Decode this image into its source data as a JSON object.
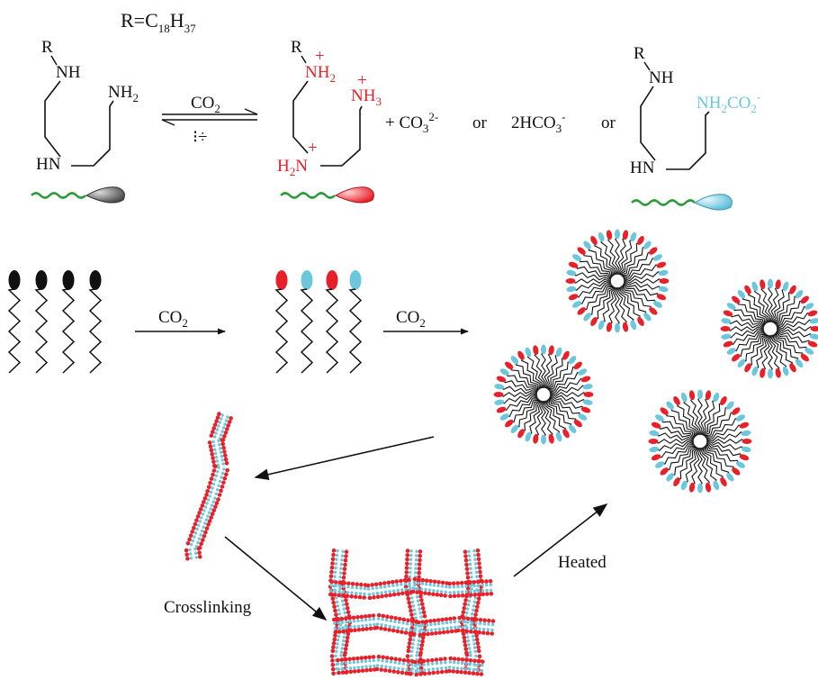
{
  "header": {
    "r_def": "R=C",
    "r_sub1": "18",
    "r_h": "H",
    "r_sub2": "37"
  },
  "molecule_neutral": {
    "r": "R",
    "nh_top": "NH",
    "nh2": "NH",
    "nh2_sub": "2",
    "hn": "HN"
  },
  "equilibrium": {
    "co2": "CO",
    "co2_sub": "2",
    "reverse_symbol": "⁝÷"
  },
  "molecule_protonated": {
    "r": "R",
    "nh2_top": "NH",
    "nh2_top_sub": "2",
    "plus1": "+",
    "nh3": "NH",
    "nh3_sub": "3",
    "plus2": "+",
    "h2n": "H",
    "h2n_sub": "2",
    "h2n_n": "N",
    "plus3": "+"
  },
  "counterions": {
    "co3": "+ CO",
    "co3_sub": "3",
    "co3_sup": "2-",
    "or1": "or",
    "hco3": "2HCO",
    "hco3_sub": "3",
    "hco3_sup": "-",
    "or2": "or"
  },
  "molecule_carbamate": {
    "r": "R",
    "nh_top": "NH",
    "carbamate": "NH",
    "carbamate_sub1": "2",
    "carbamate_co": "CO",
    "carbamate_sub2": "2",
    "carbamate_sup": "-",
    "hn": "HN"
  },
  "process": {
    "arrow1_co2": "CO",
    "arrow1_sub": "2",
    "arrow2_co2": "CO",
    "arrow2_sub": "2",
    "crosslinking": "Crosslinking",
    "heated": "Heated"
  },
  "colors": {
    "red": "#e8202a",
    "cyan": "#6cc6dc",
    "green": "#2e9a3c",
    "black": "#111111",
    "grey": "#8a8a8a"
  }
}
